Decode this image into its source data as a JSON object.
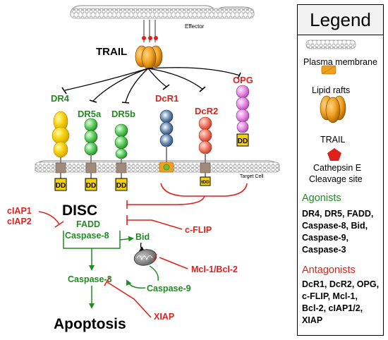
{
  "colors": {
    "agonist": "#1f8c1f",
    "antagonist": "#e0201a",
    "membrane": "#aaaaaa",
    "dd_box": "#f5d10a"
  },
  "diagram": {
    "effector_label": "Effector",
    "target_label": "Target Cell",
    "trail_label": "TRAIL",
    "receptors": {
      "dr4": "DR4",
      "dr5a": "DR5a",
      "dr5b": "DR5b",
      "dcr1": "DcR1",
      "dcr2": "DcR2",
      "opg": "OPG"
    },
    "dd_label": "DD",
    "tdd_label": "tDD",
    "disc": "DISC",
    "fadd": "FADD",
    "caspase8": "Caspase-8",
    "bid": "Bid",
    "caspase3": "Caspase-3",
    "caspase9": "Caspase-9",
    "apoptosis": "Apoptosis",
    "ciap1": "cIAP1",
    "ciap2": "cIAP2",
    "cflip": "c-FLIP",
    "mcl1": "Mcl-1/Bcl-2",
    "xiap": "XIAP"
  },
  "legend": {
    "title": "Legend",
    "plasma_membrane": "Plasma membrane",
    "lipid_rafts": "Lipid rafts",
    "trail": "TRAIL",
    "cathepsin_line1": "Cathepsin E",
    "cathepsin_line2": "Cleavage site",
    "agonists_title": "Agonists",
    "agonists_lines": [
      "DR4, DR5, FADD,",
      "Caspase-8, Bid,",
      "Caspase-9,",
      "Caspase-3"
    ],
    "antagonists_title": "Antagonists",
    "antagonists_lines": [
      "DcR1, DcR2, OPG,",
      "c-FLIP, Mcl-1,",
      "Bcl-2, cIAP1/2,",
      "XIAP"
    ]
  }
}
